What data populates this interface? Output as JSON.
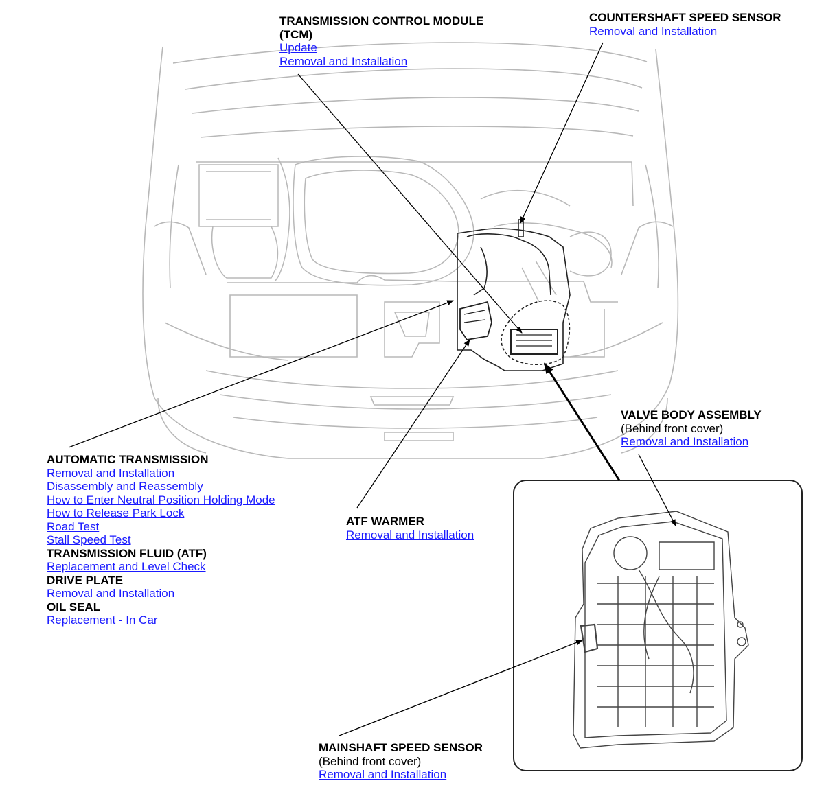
{
  "callouts": {
    "tcm": {
      "title_line1": "TRANSMISSION CONTROL MODULE",
      "title_line2": "(TCM)",
      "link1": "Update",
      "link2": "Removal and Installation"
    },
    "countershaft": {
      "title": "COUNTERSHAFT SPEED SENSOR",
      "link1": "Removal and Installation"
    },
    "valve_body": {
      "title": "VALVE BODY ASSEMBLY",
      "note": "(Behind front cover)",
      "link1": "Removal and Installation"
    },
    "atf_warmer": {
      "title": "ATF WARMER",
      "link1": "Removal and Installation"
    },
    "mainshaft": {
      "title": "MAINSHAFT SPEED SENSOR",
      "note": "(Behind front cover)",
      "link1": "Removal and Installation"
    },
    "at_group": {
      "title1": "AUTOMATIC TRANSMISSION",
      "links1": [
        "Removal and Installation",
        "Disassembly and Reassembly",
        "How to Enter Neutral Position Holding Mode",
        "How to Release Park Lock",
        "Road Test",
        "Stall Speed Test"
      ],
      "title2": "TRANSMISSION FLUID (ATF)",
      "links2": [
        "Replacement and Level Check"
      ],
      "title3": "DRIVE PLATE",
      "links3": [
        "Removal and Installation"
      ],
      "title4": "OIL SEAL",
      "links4": [
        "Replacement - In Car"
      ]
    }
  },
  "colors": {
    "link": "#1a1aff",
    "line_art": "#b8b8b8",
    "leader": "#000000"
  }
}
